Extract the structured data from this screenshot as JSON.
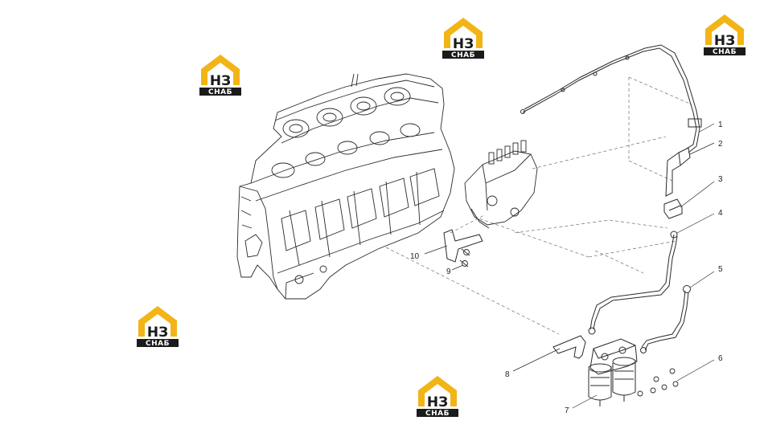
{
  "diagram": {
    "callouts": [
      "1",
      "2",
      "3",
      "4",
      "5",
      "6",
      "7",
      "8",
      "9",
      "10"
    ]
  },
  "watermark": {
    "letters": "НЗ",
    "word": "СНАБ",
    "colors": {
      "roof": "#f2b416",
      "band": "#1b1b1b",
      "letters": "#1a1a1a"
    }
  },
  "colors": {
    "line": "#2a2a2a",
    "dashed": "#555555",
    "background": "#ffffff"
  }
}
